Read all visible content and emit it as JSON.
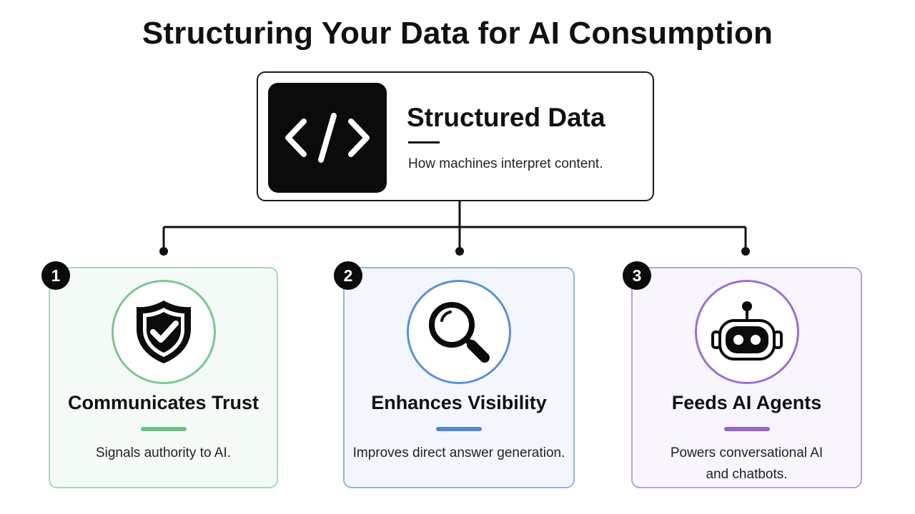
{
  "title": "Structuring Your Data for AI Consumption",
  "main_card": {
    "title": "Structured Data",
    "subtitle": "How machines interpret content.",
    "icon": "code-icon"
  },
  "cards": [
    {
      "number": "1",
      "title": "Communicates Trust",
      "description": "Signals authority to AI.",
      "icon": "shield-check-icon",
      "accent_color": "#6fbf86"
    },
    {
      "number": "2",
      "title": "Enhances Visibility",
      "description": "Improves direct answer generation.",
      "icon": "magnifier-icon",
      "accent_color": "#5087d6"
    },
    {
      "number": "3",
      "title": "Feeds AI Agents",
      "description": "Powers conversational AI and chatbots.",
      "icon": "robot-icon",
      "accent_color": "#9265cf"
    }
  ]
}
